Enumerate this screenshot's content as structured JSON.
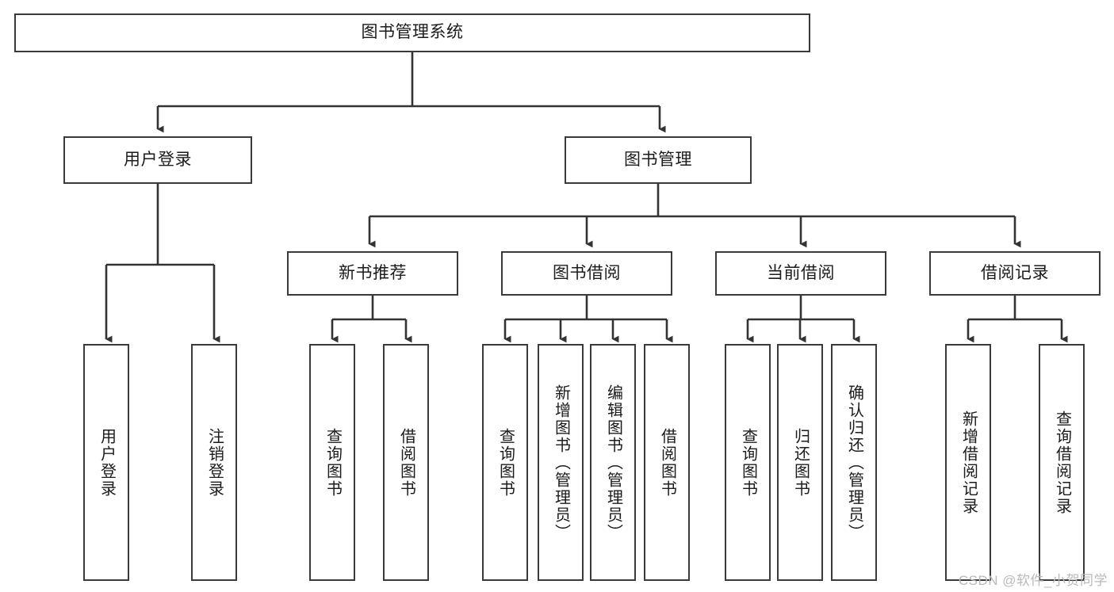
{
  "diagram": {
    "title": "图书管理系统",
    "type": "hierarchy-tree",
    "watermark": "CSDN @软件_小贺同学",
    "colors": {
      "box_border": "#3a3a3a",
      "box_fill": "#ffffff",
      "connector": "#333333",
      "text": "#1b1b1b",
      "watermark": "#b9b9b9"
    },
    "levels": {
      "root": {
        "label": "图书管理系统"
      },
      "level2": [
        {
          "label": "用户登录"
        },
        {
          "label": "图书管理"
        }
      ],
      "level3": [
        {
          "label": "新书推荐"
        },
        {
          "label": "图书借阅"
        },
        {
          "label": "当前借阅"
        },
        {
          "label": "借阅记录"
        }
      ],
      "leaves": {
        "user_login": [
          {
            "label": "用户登录"
          },
          {
            "label": "注销登录"
          }
        ],
        "new_book_recommend": [
          {
            "label": "查询图书"
          },
          {
            "label": "借阅图书"
          }
        ],
        "book_borrow": [
          {
            "label": "查询图书"
          },
          {
            "label": "新增图书（管理员）"
          },
          {
            "label": "编辑图书（管理员）"
          },
          {
            "label": "借阅图书"
          }
        ],
        "current_borrow": [
          {
            "label": "查询图书"
          },
          {
            "label": "归还图书"
          },
          {
            "label": "确认归还（管理员）"
          }
        ],
        "borrow_record": [
          {
            "label": "新增借阅记录"
          },
          {
            "label": "查询借阅记录"
          }
        ]
      }
    }
  }
}
